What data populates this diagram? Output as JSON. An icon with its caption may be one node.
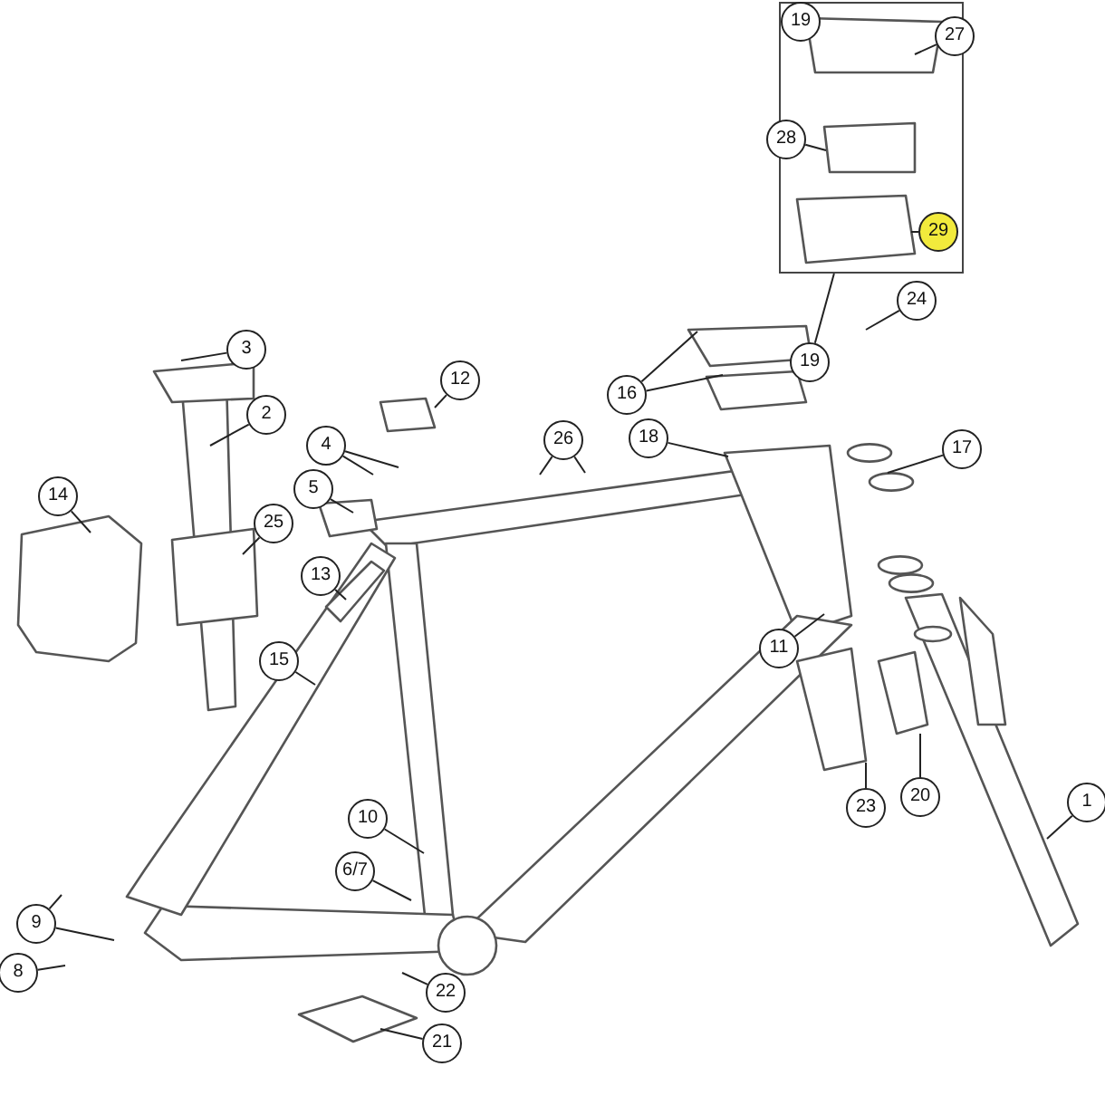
{
  "diagram": {
    "nodes": [
      {
        "text": [],
        "shape": "box"
      },
      {
        "text": [
          "27"
        ],
        "in": 0
      },
      {
        "text": [
          "28"
        ],
        "in": 0
      },
      {
        "text": [
          "29"
        ],
        "in": 0
      },
      {
        "text": [
          "24"
        ]
      },
      {
        "text": [
          "19"
        ]
      },
      {
        "text": [
          "3"
        ]
      },
      {
        "text": [
          "12"
        ]
      },
      {
        "text": [
          "2"
        ]
      },
      {
        "text": [
          "16"
        ]
      },
      {
        "text": [
          "18"
        ]
      },
      {
        "text": [
          "26"
        ]
      },
      {
        "text": [
          "4"
        ]
      },
      {
        "text": [
          "17"
        ]
      },
      {
        "text": [
          "5"
        ]
      },
      {
        "text": [
          "14"
        ]
      },
      {
        "text": [
          "25"
        ]
      },
      {
        "text": [
          "13"
        ]
      },
      {
        "text": [
          "11"
        ]
      },
      {
        "text": [
          "15"
        ]
      },
      {
        "text": [
          "1"
        ]
      },
      {
        "text": [
          "23"
        ]
      },
      {
        "text": [
          "20"
        ]
      },
      {
        "text": [
          "10"
        ]
      },
      {
        "text": [
          "6/7"
        ]
      },
      {
        "text": [
          "9"
        ]
      },
      {
        "text": [
          "22"
        ]
      },
      {
        "text": [
          "8"
        ]
      },
      {
        "text": [
          "21"
        ]
      },
      {
        "text": [
          "19"
        ],
        "in": 0
      }
    ],
    "edges": [
      {
        "from": 1,
        "to": null,
        "arrow": "none"
      },
      {
        "from": 2,
        "to": null,
        "arrow": "none"
      },
      {
        "from": 3,
        "to": null,
        "arrow": "none"
      },
      {
        "from": 4,
        "to": null,
        "arrow": "none"
      },
      {
        "from": 5,
        "to": 0,
        "arrow": "none"
      },
      {
        "from": 6,
        "to": null,
        "arrow": "none"
      },
      {
        "from": 7,
        "to": null,
        "arrow": "none"
      },
      {
        "from": 8,
        "to": null,
        "arrow": "none"
      },
      {
        "from": 9,
        "to": null,
        "arrow": "none"
      },
      {
        "from": 9,
        "to": null,
        "arrow": "none"
      },
      {
        "from": 10,
        "to": null,
        "arrow": "none"
      },
      {
        "from": 11,
        "to": null,
        "arrow": "none"
      },
      {
        "from": 11,
        "to": null,
        "arrow": "none"
      },
      {
        "from": 12,
        "to": null,
        "arrow": "none"
      },
      {
        "from": 12,
        "to": null,
        "arrow": "none"
      },
      {
        "from": 13,
        "to": null,
        "arrow": "none"
      },
      {
        "from": 14,
        "to": null,
        "arrow": "none"
      },
      {
        "from": 15,
        "to": null,
        "arrow": "none"
      },
      {
        "from": 16,
        "to": null,
        "arrow": "none"
      },
      {
        "from": 17,
        "to": null,
        "arrow": "none"
      },
      {
        "from": 18,
        "to": null,
        "arrow": "none"
      },
      {
        "from": 19,
        "to": null,
        "arrow": "none"
      },
      {
        "from": 20,
        "to": null,
        "arrow": "none"
      },
      {
        "from": 21,
        "to": null,
        "arrow": "none"
      },
      {
        "from": 22,
        "to": null,
        "arrow": "none"
      },
      {
        "from": 23,
        "to": null,
        "arrow": "none"
      },
      {
        "from": 24,
        "to": null,
        "arrow": "none"
      },
      {
        "from": 25,
        "to": null,
        "arrow": "none"
      },
      {
        "from": 25,
        "to": null,
        "arrow": "none"
      },
      {
        "from": 26,
        "to": null,
        "arrow": "none"
      },
      {
        "from": 27,
        "to": null,
        "arrow": "none"
      },
      {
        "from": 28,
        "to": null,
        "arrow": "none"
      }
    ]
  }
}
